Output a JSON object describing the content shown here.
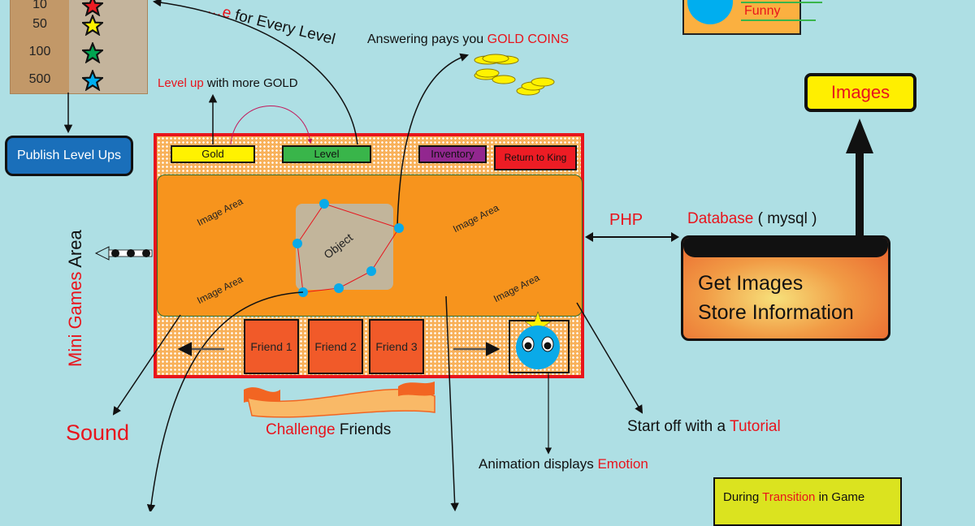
{
  "reward_panel": {
    "rows": [
      {
        "value": "10",
        "star": "red-star-icon",
        "color": "#ed1c24"
      },
      {
        "value": "50",
        "star": "yellow-star-icon",
        "color": "#fff200"
      },
      {
        "value": "100",
        "star": "green-star-icon",
        "color": "#00a651"
      },
      {
        "value": "500",
        "star": "blue-star-icon",
        "color": "#00aeef"
      }
    ]
  },
  "arc_label": {
    "red": "…e",
    "black": " for Every Level"
  },
  "level_up_label": {
    "red": "Level up",
    "black": " with more GOLD"
  },
  "coins_label": {
    "black": "Answering pays you ",
    "red": "GOLD COINS"
  },
  "funny_card": {
    "label": "Funny"
  },
  "images_box": {
    "label": "Images"
  },
  "publish_button": {
    "label": "Publish Level Ups"
  },
  "toolbar": {
    "gold": {
      "label": "Gold",
      "color": "#fff200"
    },
    "level": {
      "label": "Level",
      "color": "#39b54a"
    },
    "inventory": {
      "label": "Inventory",
      "color": "#92278f"
    },
    "return": {
      "label": "Return to King",
      "color": "#ed1c24"
    }
  },
  "image_area": {
    "labels": [
      "Image Area",
      "Image Area",
      "Image Area",
      "Image Area"
    ],
    "object_label": "Object"
  },
  "friends": [
    "Friend 1",
    "Friend 2",
    "Friend 3"
  ],
  "mini_games_label": {
    "red": "Mini Games",
    "black": " Area"
  },
  "php_label": "PHP",
  "database_label": {
    "red": "Database",
    "black": " ( mysql )"
  },
  "database_box": {
    "line1": "Get Images",
    "line2": "Store Information"
  },
  "sound_label": "Sound",
  "challenge_label": {
    "red": "Challenge",
    "black": " Friends"
  },
  "tutorial_label": {
    "black": "Start off with a ",
    "red": "Tutorial"
  },
  "emotion_label": {
    "black": "Animation displays ",
    "red": "Emotion"
  },
  "transition_box": {
    "black1": "During ",
    "red": "Transition",
    "black2": " in Game"
  },
  "colors": {
    "background": "#aedfe4",
    "accent_red": "#e8141c",
    "game_orange": "#f7941d"
  }
}
